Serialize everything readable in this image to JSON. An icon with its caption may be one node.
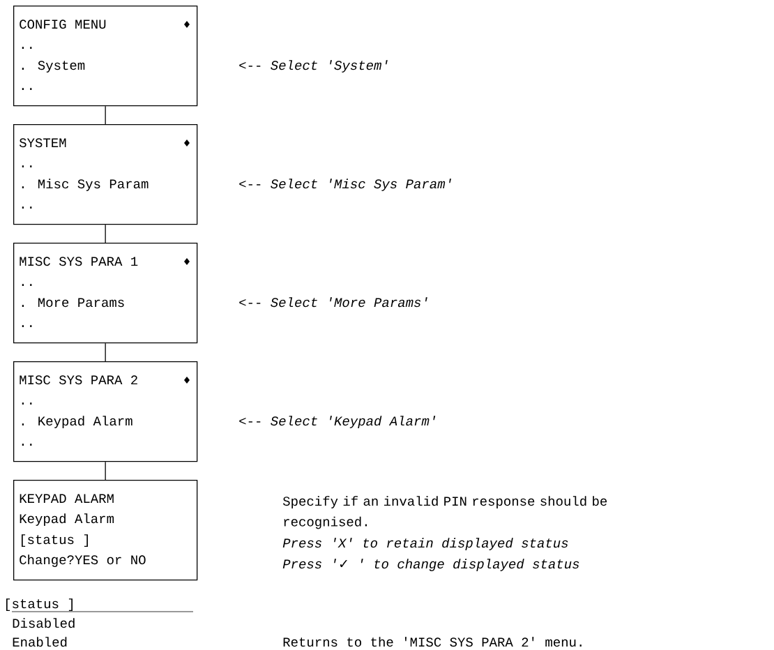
{
  "diagram": {
    "nodes": [
      {
        "text": [
          "CONFIG MENU",
          "..",
          ". System",
          ".."
        ]
      },
      {
        "text": [
          "SYSTEM",
          "..",
          ". Misc Sys Param",
          ".."
        ]
      },
      {
        "text": [
          "MISC SYS PARA 1",
          "..",
          ". More Params",
          ".."
        ]
      },
      {
        "text": [
          "MISC SYS PARA 2",
          "..",
          ". Keypad Alarm",
          ".."
        ]
      },
      {
        "text": [
          "KEYPAD ALARM",
          "Keypad Alarm",
          "[status ]",
          "Change?YES or NO"
        ]
      }
    ],
    "edges": [
      {
        "from": 0,
        "to": 1,
        "arrow": "none"
      },
      {
        "from": 1,
        "to": 2,
        "arrow": "none"
      },
      {
        "from": 2,
        "to": 3,
        "arrow": "none"
      },
      {
        "from": 3,
        "to": 4,
        "arrow": "none"
      }
    ],
    "labels": [
      "<-- *Select 'System'*",
      "<-- *Select 'Misc Sys Param'*",
      "<-- *Select 'More Params'*",
      "<-- *Select 'Keypad Alarm'*",
      "Specify if an invalid PIN response should be recognised.",
      "Press 'X' to retain displayed status",
      "Press '✓ ' to change displayed status",
      "[status ]",
      "Disabled",
      "Enabled",
      "Returns to the 'MISC SYS PARA 2' menu."
    ]
  }
}
